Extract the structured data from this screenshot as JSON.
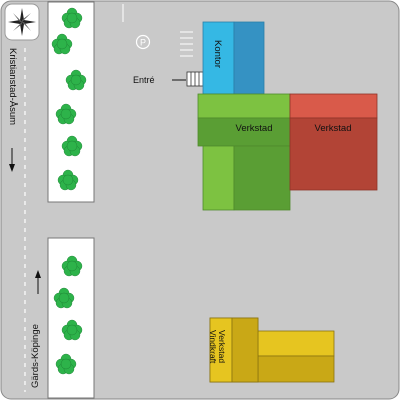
{
  "map": {
    "road_north": "Kristianstad-Åsum",
    "road_south": "Gärds-Köpinge",
    "parking_symbol": "P",
    "entrance_label": "Entré"
  },
  "buildings": {
    "kontor": "Kontor",
    "verkstad_main": "Verkstad",
    "verkstad_red": "Verkstad",
    "verkstad_vindkraft": "Verkstad Vindkraft"
  },
  "colors": {
    "lot": "#c9c9c9",
    "kontor_light": "#35b8e4",
    "kontor_dark": "#3592c3",
    "verkstad_green_light": "#7dc241",
    "verkstad_green_dark": "#5a9e34",
    "verkstad_red_light": "#d95a4a",
    "verkstad_red_dark": "#b24436",
    "vindkraft_yellow": "#e6c520",
    "vindkraft_dark": "#c9a816",
    "tree_green": "#2db34a"
  },
  "icons": {
    "compass": "compass-rose-icon",
    "tree": "tree-icon",
    "direction_arrow": "arrow-icon"
  }
}
